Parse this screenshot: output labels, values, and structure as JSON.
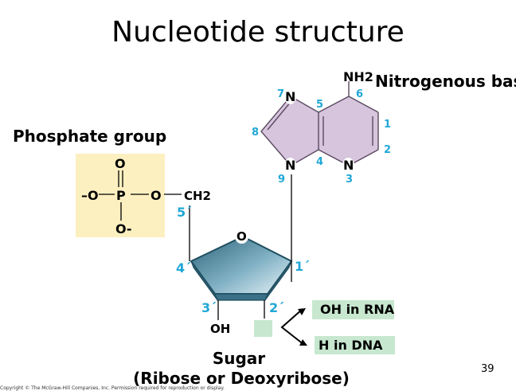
{
  "slide": {
    "title": "Nucleotide structure",
    "page_number": "39",
    "copyright": "Copyright © The McGraw-Hill Companies, Inc. Permission required for reproduction or display."
  },
  "phosphate": {
    "heading": "Phosphate group",
    "atoms": {
      "o_top": "O",
      "o_left": "–O",
      "p": "P",
      "o_right": "O",
      "o_bottom": "O-"
    }
  },
  "sugar": {
    "ch2": "CH2",
    "ring_o": "O",
    "oh": "OH",
    "primes": {
      "p5": "5´",
      "p4": "4´",
      "p3": "3´",
      "p2": "2´",
      "p1": "1´"
    },
    "caption_line1": "Sugar",
    "caption_line2": "(Ribose or Deoxyribose)",
    "variants": {
      "rna": "OH in RNA",
      "dna": "H in DNA"
    }
  },
  "base": {
    "heading": "Nitrogenous base",
    "nh2": "NH2",
    "atoms": {
      "n7": "N",
      "n9": "N",
      "n3": "N"
    },
    "numbers": {
      "n1": "1",
      "n2": "2",
      "n3": "3",
      "n4": "4",
      "n5": "5",
      "n6": "6",
      "n7": "7",
      "n8": "8",
      "n9": "9"
    }
  },
  "colors": {
    "number_cyan": "#21a7d6",
    "phosphate_box": "#fdf0c0",
    "purine_fill": "#d7c4dd",
    "sugar_teal": "#3a7186",
    "label_green": "#c7e7cf"
  }
}
